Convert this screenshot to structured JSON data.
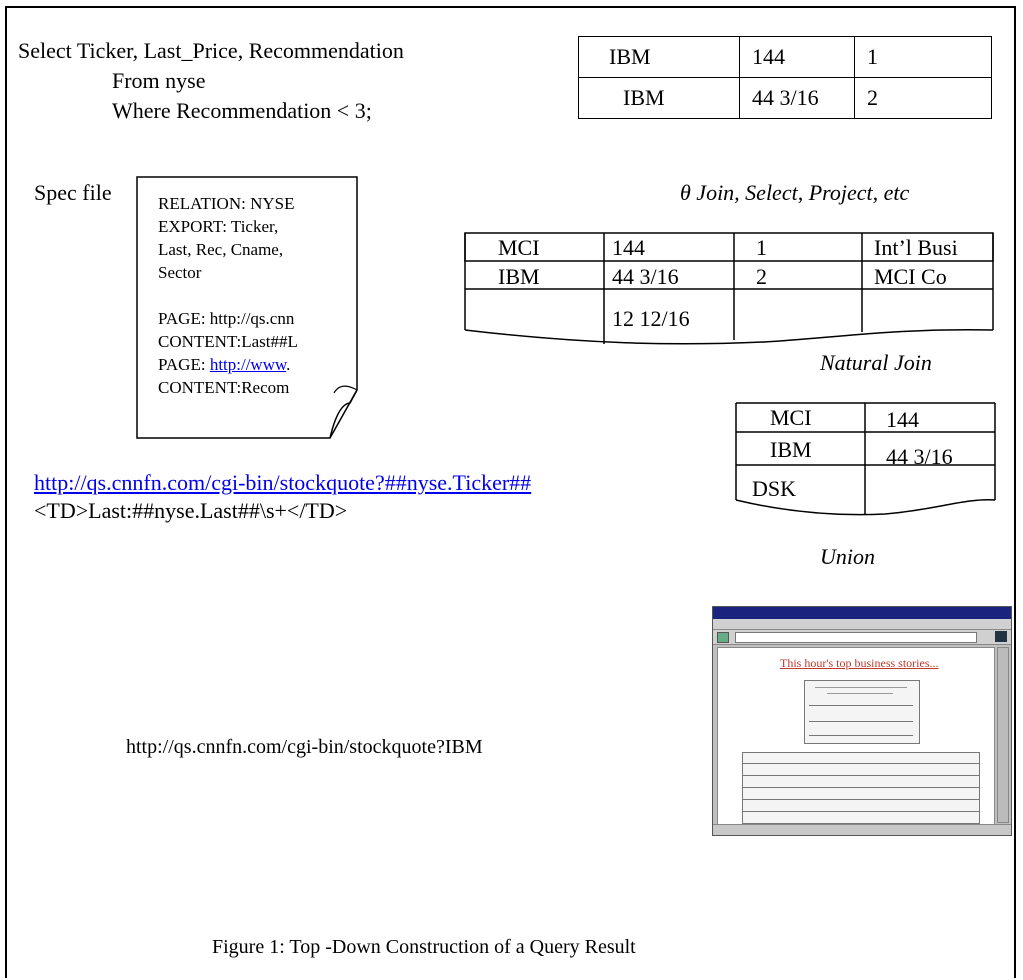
{
  "sql": {
    "line1": "Select Ticker, Last_Price, Recommendation",
    "line2": "From nyse",
    "line3": "Where Recommendation < 3;"
  },
  "result_table": {
    "rows": [
      [
        "IBM",
        "144",
        "1"
      ],
      [
        "IBM",
        "44 3/16",
        "2"
      ]
    ]
  },
  "spec": {
    "label": "Spec file",
    "lines": [
      "RELATION: NYSE",
      "EXPORT: Ticker,",
      "Last, Rec, Cname,",
      "Sector",
      "",
      "PAGE: http://qs.cnn",
      "CONTENT:Last##L"
    ],
    "page2_prefix": "PAGE: ",
    "page2_link": "http://www",
    "page2_suffix": ".",
    "content2": "CONTENT:Recom"
  },
  "theta_caption": "θ Join, Select, Project, etc",
  "natural_join_table": {
    "rows": [
      [
        "MCI",
        "144",
        "1",
        "Int’l Busi"
      ],
      [
        "IBM",
        "44 3/16",
        "2",
        "MCI Co"
      ],
      [
        "",
        "12 12/16",
        "",
        ""
      ]
    ],
    "caption": "Natural Join"
  },
  "union_table": {
    "rows": [
      [
        "MCI",
        "144"
      ],
      [
        "IBM",
        "44 3/16"
      ],
      [
        "DSK",
        ""
      ]
    ],
    "caption": "Union"
  },
  "template": {
    "url": "http://qs.cnnfn.com/cgi-bin/stockquote?##nyse.Ticker##",
    "pattern": "<TD>Last:##nyse.Last##\\s+</TD>"
  },
  "instance_url": "http://qs.cnnfn.com/cgi-bin/stockquote?IBM",
  "thumbnail": {
    "headline": "This hour's top business stories..."
  },
  "figure_caption": "Figure 1: Top -Down  Construction of a Query Result"
}
